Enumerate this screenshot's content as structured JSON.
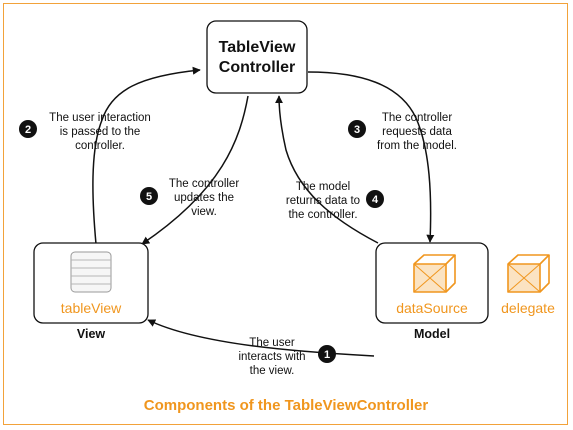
{
  "controller": {
    "line1": "TableView",
    "line2": "Controller"
  },
  "view": {
    "icon": "table-list-icon",
    "object_label": "tableView",
    "caption": "View"
  },
  "model": {
    "icon": "cube-icon",
    "object_label": "dataSource",
    "caption": "Model"
  },
  "delegate": {
    "icon": "cube-icon",
    "label": "delegate"
  },
  "steps": [
    {
      "number": "1",
      "lines": [
        "The user",
        "interacts with",
        "the view."
      ]
    },
    {
      "number": "2",
      "lines": [
        "The user interaction",
        "is passed to the",
        "controller."
      ]
    },
    {
      "number": "3",
      "lines": [
        "The controller",
        "requests data",
        "from the model."
      ]
    },
    {
      "number": "4",
      "lines": [
        "The model",
        "returns data to",
        "the controller."
      ]
    },
    {
      "number": "5",
      "lines": [
        "The controller",
        "updates the",
        "view."
      ]
    }
  ],
  "footer_title": "Components of the TableViewController",
  "colors": {
    "accent": "#f0961e",
    "frame_border": "#f2a23a",
    "ink": "#111111"
  }
}
